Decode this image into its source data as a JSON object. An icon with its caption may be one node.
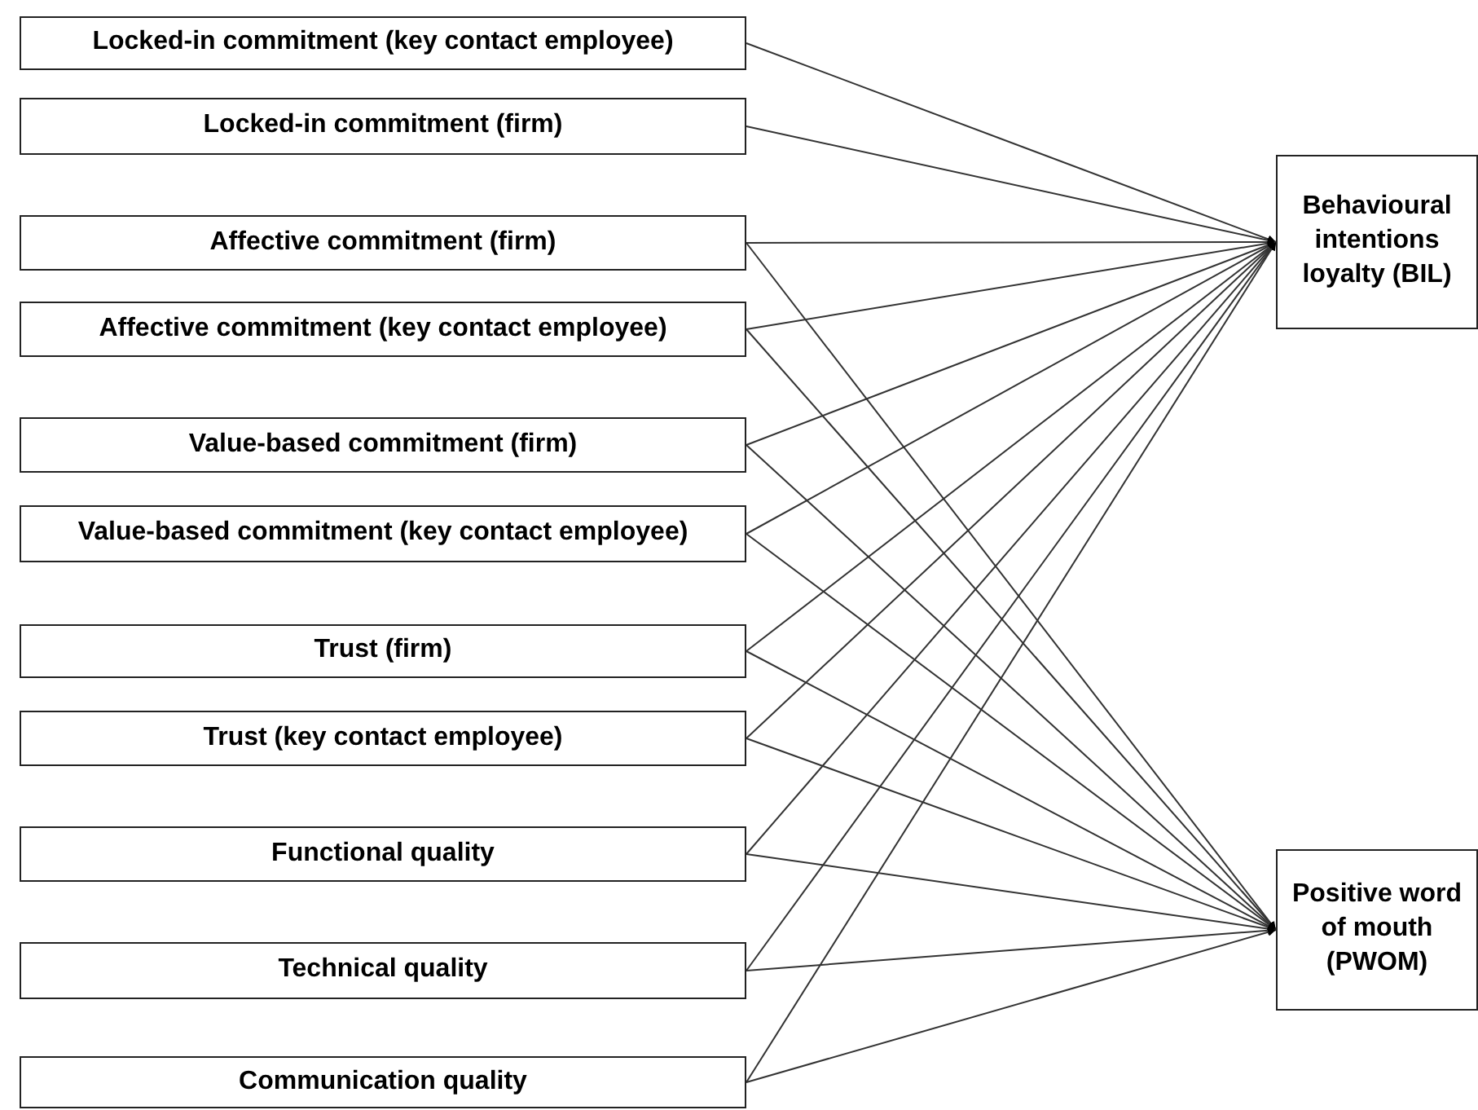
{
  "diagram": {
    "nodes": [
      {
        "text": [
          "Locked-in commitment (key contact employee)"
        ]
      },
      {
        "text": [
          "Locked-in commitment (firm)"
        ]
      },
      {
        "text": [
          "Affective commitment (firm)"
        ]
      },
      {
        "text": [
          "Affective commitment (key contact employee)"
        ]
      },
      {
        "text": [
          "Value-based commitment (firm)"
        ]
      },
      {
        "text": [
          "Value-based commitment (key contact employee)"
        ]
      },
      {
        "text": [
          "Trust (firm)"
        ]
      },
      {
        "text": [
          "Trust (key contact employee)"
        ]
      },
      {
        "text": [
          "Functional quality"
        ]
      },
      {
        "text": [
          "Technical  quality"
        ]
      },
      {
        "text": [
          "Communication quality"
        ]
      },
      {
        "text": [
          "Behavioural intentions loyalty (BIL)"
        ]
      },
      {
        "text": [
          "Positive word of mouth (PWOM)"
        ]
      }
    ],
    "edges": [
      {
        "from": 0,
        "to": 11,
        "arrow": "to"
      },
      {
        "from": 1,
        "to": 11,
        "arrow": "to"
      },
      {
        "from": 2,
        "to": 11,
        "arrow": "to"
      },
      {
        "from": 2,
        "to": 12,
        "arrow": "to"
      },
      {
        "from": 3,
        "to": 11,
        "arrow": "to"
      },
      {
        "from": 3,
        "to": 12,
        "arrow": "to"
      },
      {
        "from": 4,
        "to": 11,
        "arrow": "to"
      },
      {
        "from": 4,
        "to": 12,
        "arrow": "to"
      },
      {
        "from": 5,
        "to": 11,
        "arrow": "to"
      },
      {
        "from": 5,
        "to": 12,
        "arrow": "to"
      },
      {
        "from": 6,
        "to": 11,
        "arrow": "to"
      },
      {
        "from": 6,
        "to": 12,
        "arrow": "to"
      },
      {
        "from": 7,
        "to": 11,
        "arrow": "to"
      },
      {
        "from": 7,
        "to": 12,
        "arrow": "to"
      },
      {
        "from": 8,
        "to": 11,
        "arrow": "to"
      },
      {
        "from": 8,
        "to": 12,
        "arrow": "to"
      },
      {
        "from": 9,
        "to": 11,
        "arrow": "to"
      },
      {
        "from": 9,
        "to": 12,
        "arrow": "to"
      },
      {
        "from": 10,
        "to": 11,
        "arrow": "to"
      },
      {
        "from": 10,
        "to": 12,
        "arrow": "to"
      }
    ]
  }
}
